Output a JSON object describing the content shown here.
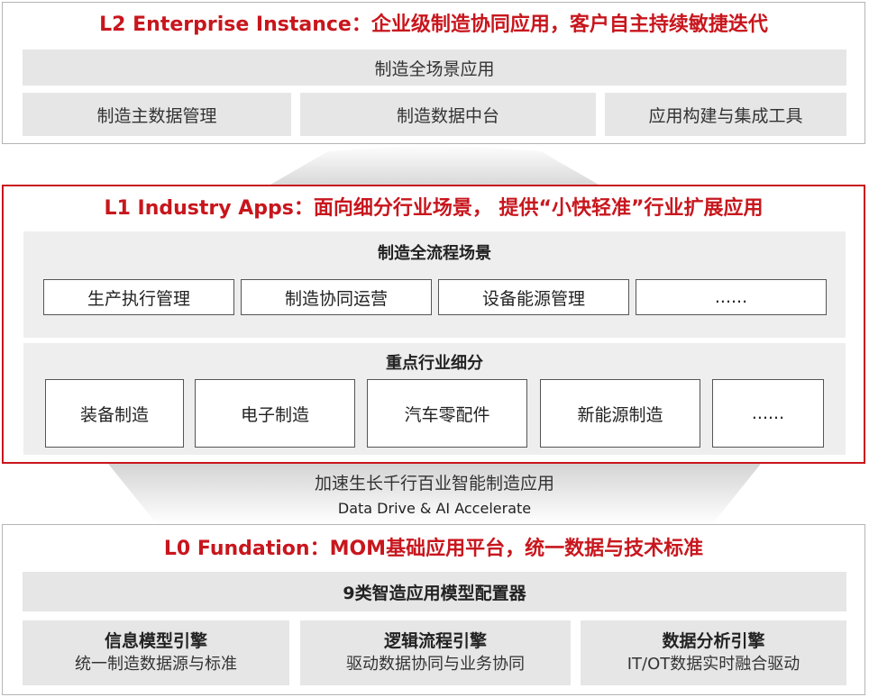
{
  "l2": {
    "title": "L2 Enterprise Instance：企业级制造协同应用，客户自主持续敏捷迭代",
    "full_scene": "制造全场景应用",
    "items": [
      "制造主数据管理",
      "制造数据中台",
      "应用构建与集成工具"
    ]
  },
  "l1": {
    "title": "L1 Industry Apps：面向细分行业场景， 提供“小快轻准”行业扩展应用",
    "process": {
      "title": "制造全流程场景",
      "items": [
        "生产执行管理",
        "制造协同运营",
        "设备能源管理",
        "......"
      ]
    },
    "industry": {
      "title": "重点行业细分",
      "items": [
        "装备制造",
        "电子制造",
        "汽车零配件",
        "新能源制造",
        "......"
      ]
    }
  },
  "middle": {
    "line1": "加速生长千行百业智能制造应用",
    "line2": "Data Drive & AI Accelerate"
  },
  "l0": {
    "title": "L0 Fundation：MOM基础应用平台，统一数据与技术标准",
    "configurator": "9类智造应用模型配置器",
    "engines": [
      {
        "name": "信息模型引擎",
        "desc": "统一制造数据源与标准"
      },
      {
        "name": "逻辑流程引擎",
        "desc": "驱动数据协同与业务协同"
      },
      {
        "name": "数据分析引擎",
        "desc": "IT/OT数据实时融合驱动"
      }
    ]
  },
  "colors": {
    "accent": "#c8161d",
    "box_fill": "#e6e6e6",
    "section_fill": "#eeeeee"
  }
}
